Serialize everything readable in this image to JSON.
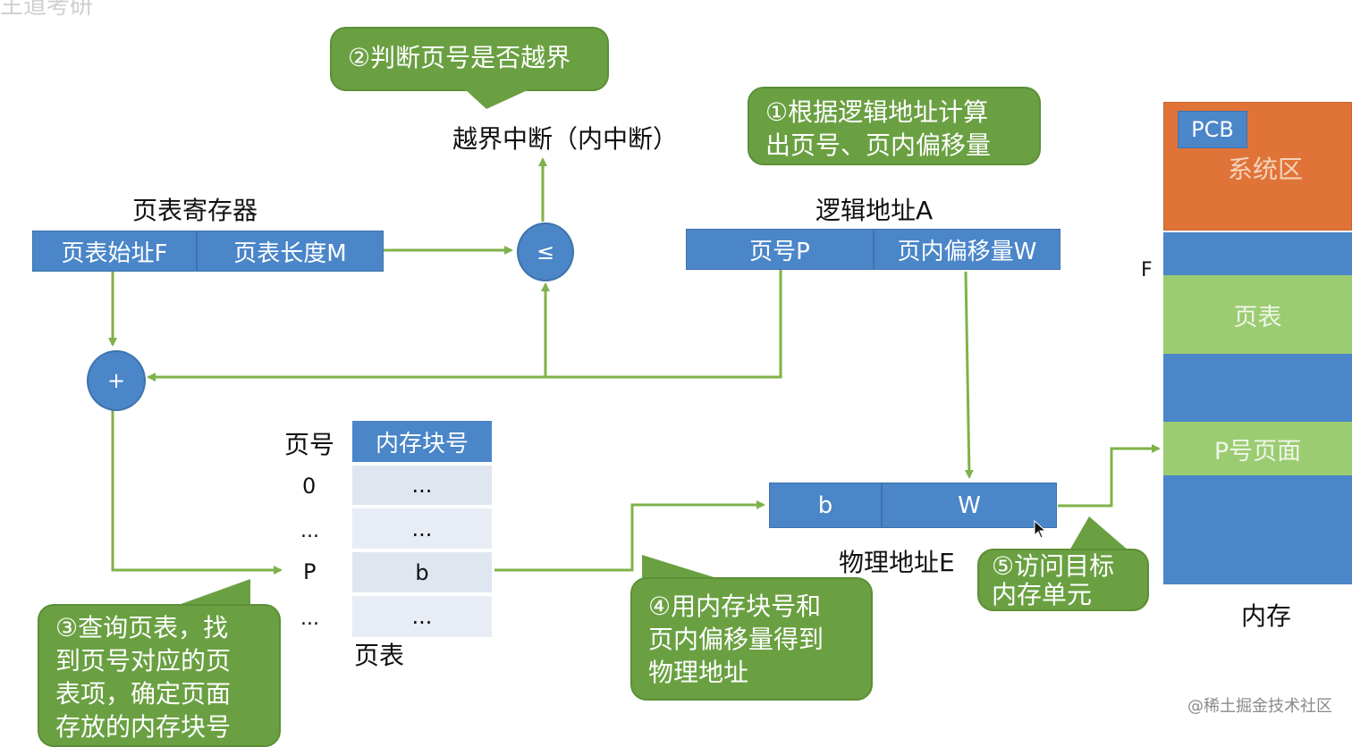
{
  "top_label": "王道考研",
  "page_table_register": {
    "title": "页表寄存器",
    "start": "页表始址F",
    "length": "页表长度M"
  },
  "compare_symbol": "≤",
  "plus_symbol": "+",
  "interrupt": "越界中断（内中断）",
  "logical_address": {
    "title": "逻辑地址A",
    "page_no": "页号P",
    "offset": "页内偏移量W"
  },
  "page_table": {
    "col_page": "页号",
    "col_block": "内存块号",
    "rows": [
      {
        "page": "0",
        "block": "..."
      },
      {
        "page": "...",
        "block": "..."
      },
      {
        "page": "P",
        "block": "b"
      },
      {
        "page": "...",
        "block": "..."
      }
    ],
    "caption": "页表"
  },
  "physical_address": {
    "b": "b",
    "w": "W",
    "title": "物理地址E"
  },
  "memory": {
    "pcb": "PCB",
    "system_area": "系统区",
    "f_label": "F",
    "page_table": "页表",
    "p_page": "P号页面",
    "caption": "内存"
  },
  "callouts": {
    "c1": [
      "①根据逻辑地址计算",
      "出页号、页内偏移量"
    ],
    "c2": "②判断页号是否越界",
    "c3": [
      "③查询页表，找",
      "到页号对应的页",
      "表项，确定页面",
      "存放的内存块号"
    ],
    "c4": [
      "④用内存块号和",
      "页内偏移量得到",
      "物理地址"
    ],
    "c5": [
      "⑤访问目标",
      "内存单元"
    ]
  },
  "watermark": "@稀土掘金技术社区",
  "colors": {
    "blue": "#4a86c8",
    "green_callout": "#6aa042",
    "arrow_green": "#7fb24a",
    "system_orange": "#e07438",
    "light_green": "#9ccc72",
    "table_cell": "#dfe6f0"
  }
}
